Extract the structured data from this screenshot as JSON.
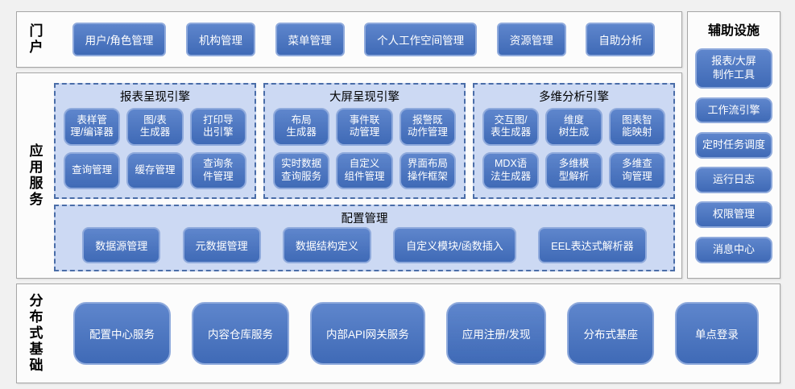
{
  "colors": {
    "button_fill": "#4472c4",
    "button_border": "#8faadc",
    "panel_fill": "#ccd9f3",
    "panel_border": "#4a6da8",
    "section_bg": "#fcfcfc",
    "section_border": "#a6a6a6",
    "page_bg": "#f1f1f1",
    "button_text": "#ffffff",
    "title_text": "#000000"
  },
  "sections": {
    "portal": {
      "label": "门户",
      "items": [
        "用户/角色管理",
        "机构管理",
        "菜单管理",
        "个人工作空间管理",
        "资源管理",
        "自助分析"
      ]
    },
    "app_services": {
      "label": "应用服务",
      "engines": [
        {
          "title": "报表呈现引擎",
          "items": [
            "表样管理/编译器",
            "图/表生成器",
            "打印导出引擎",
            "查询管理",
            "缓存管理",
            "查询条件管理"
          ]
        },
        {
          "title": "大屏呈现引擎",
          "items": [
            "布局生成器",
            "事件联动管理",
            "报警既动作管理",
            "实时数据查询服务",
            "自定义组件管理",
            "界面布局操作框架"
          ]
        },
        {
          "title": "多维分析引擎",
          "items": [
            "交互图/表生成器",
            "维度树生成",
            "图表智能映射",
            "MDX语法生成器",
            "多维模型解析",
            "多维查询管理"
          ]
        }
      ],
      "config": {
        "title": "配置管理",
        "items": [
          "数据源管理",
          "元数据管理",
          "数据结构定义",
          "自定义模块/函数插入",
          "EEL表达式解析器"
        ]
      }
    },
    "distributed": {
      "label": "分布式基础",
      "items": [
        "配置中心服务",
        "内容仓库服务",
        "内部API网关服务",
        "应用注册/发现",
        "分布式基座",
        "单点登录"
      ]
    },
    "auxiliary": {
      "title": "辅助设施",
      "items": [
        "报表/大屏制作工具",
        "工作流引擎",
        "定时任务调度",
        "运行日志",
        "权限管理",
        "消息中心"
      ]
    }
  }
}
